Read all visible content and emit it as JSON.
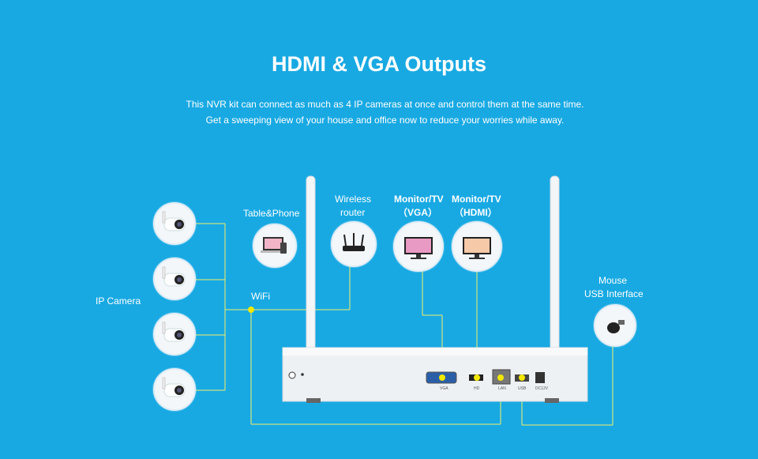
{
  "heading": {
    "title": "HDMI & VGA Outputs",
    "description_line1": "This NVR kit can connect as much as 4 IP cameras at once and control them at the same time.",
    "description_line2": "Get a sweeping view of your house and office now to reduce your worries while away."
  },
  "labels": {
    "ip_camera": "IP Camera",
    "table_phone": "Table&Phone",
    "wifi": "WiFi",
    "wireless_router_line1": "Wireless",
    "wireless_router_line2": "router",
    "monitor_vga_line1": "Monitor/TV",
    "monitor_vga_line2": "（VGA）",
    "monitor_hdmi_line1": "Monitor/TV",
    "monitor_hdmi_line2": "（HDMI）",
    "mouse_line1": "Mouse",
    "mouse_line2": "USB Interface"
  },
  "ports": {
    "vga": "VGA",
    "hd": "HD",
    "lan": "LAN",
    "usb": "USB",
    "dc": "DC12V"
  },
  "colors": {
    "background": "#18a9e3",
    "connector_line": "#f3f06a",
    "dot": "#f3e800",
    "device_body": "#f1f3f5"
  },
  "icons": [
    "camera-icon",
    "laptop-phone-icon",
    "router-icon",
    "monitor-icon",
    "mouse-icon",
    "nvr-device-icon"
  ]
}
